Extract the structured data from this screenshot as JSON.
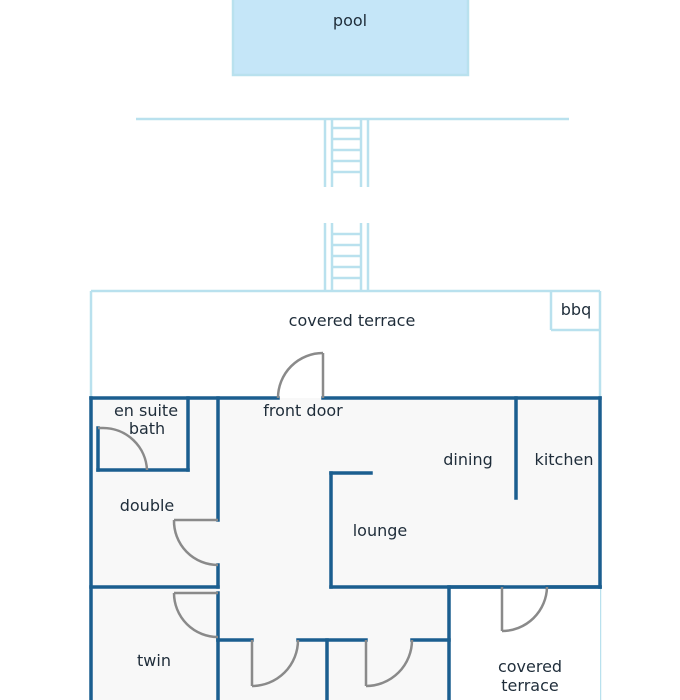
{
  "colors": {
    "outdoor_line": "#b9e1ee",
    "wall": "#1b5e8f",
    "door": "#8a8a8a",
    "pool_fill": "#c5e6f8",
    "floor_fill": "#f8f8f8",
    "text": "#1f2d3a"
  },
  "rooms": {
    "pool": "pool",
    "covered_terrace_top": "covered terrace",
    "bbq": "bbq",
    "en_suite_line1": "en suite",
    "en_suite_line2": "bath",
    "front_door": "front door",
    "dining": "dining",
    "kitchen": "kitchen",
    "double": "double",
    "lounge": "lounge",
    "twin": "twin",
    "covered_terrace_bottom_line1": "covered",
    "covered_terrace_bottom_line2": "terrace"
  }
}
